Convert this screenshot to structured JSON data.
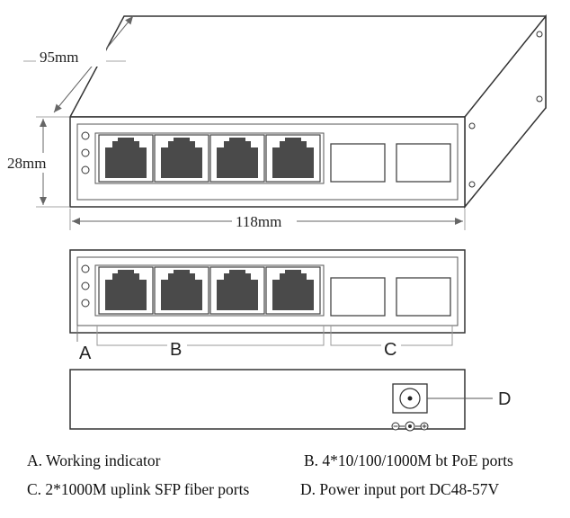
{
  "dimensions": {
    "depth": "95mm",
    "height": "28mm",
    "width": "118mm"
  },
  "callouts": {
    "a": "A",
    "b": "B",
    "c": "C",
    "d": "D"
  },
  "legend": {
    "a": "A. Working indicator",
    "b": "B. 4*10/100/1000M bt PoE ports",
    "c": "C. 2*1000M uplink SFP fiber ports",
    "d": "D. Power input port DC48-57V"
  },
  "counts": {
    "rj45_ports": 4,
    "sfp_ports": 2,
    "indicator_leds": 3
  }
}
